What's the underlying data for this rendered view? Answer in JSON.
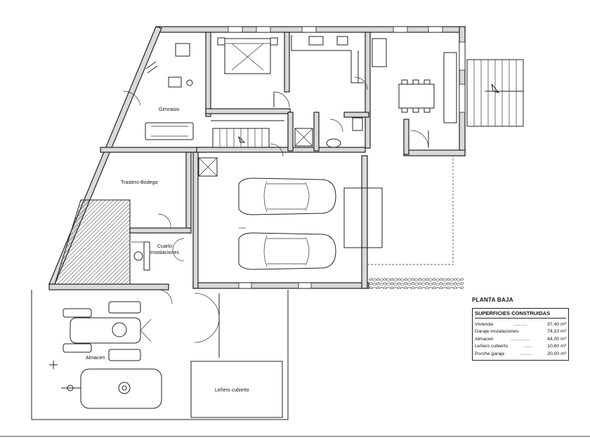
{
  "plan": {
    "rooms": {
      "gimnasio": "Gimnasio",
      "trastero": "Trastero-Bodega",
      "cuarto_line1": "Cuarto",
      "cuarto_line2": "Instalaciones",
      "almacen": "Almacen",
      "lenero": "Leñero cubierto"
    }
  },
  "legend": {
    "title": "PLANTA BAJA",
    "header": "SUPERFICIES CONSTRUIDAS",
    "rows": [
      {
        "label": "Vivienda",
        "dots": "..........",
        "value": "97,40 m²"
      },
      {
        "label": "Garaje-Instalaciones",
        "dots": "",
        "value": "74,10 m²"
      },
      {
        "label": "Almacen",
        "dots": "..............",
        "value": "44,00 m²"
      },
      {
        "label": "Leñero cubierto",
        "dots": "......",
        "value": "10,60 m²"
      },
      {
        "label": "Porche garaje",
        "dots": ".........",
        "value": "20,00 m²"
      }
    ]
  }
}
